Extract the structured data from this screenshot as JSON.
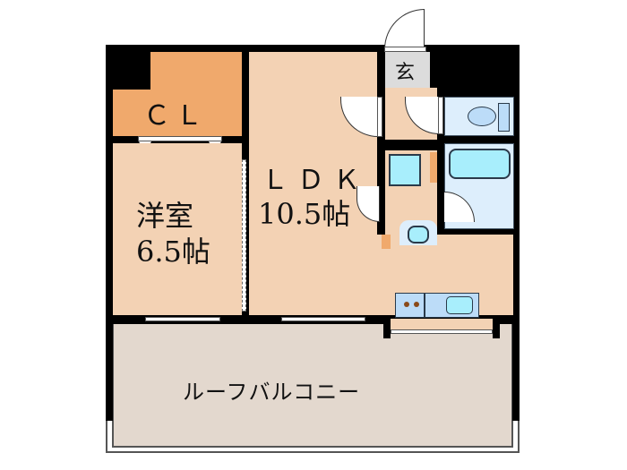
{
  "floorplan": {
    "rooms": {
      "closet": {
        "label": "ＣＬ"
      },
      "western_room": {
        "name": "洋室",
        "size": "6.5帖"
      },
      "ldk": {
        "name": "ＬＤＫ",
        "size": "10.5帖"
      },
      "entrance": {
        "label": "玄"
      },
      "roof_balcony": {
        "label": "ルーフバルコニー"
      }
    },
    "colors": {
      "wall": "#000000",
      "closet": "#f0a96c",
      "room": "#f3d2b4",
      "entrance": "#dcdcdc",
      "wet_area": "#ddeefc",
      "fixture_blue": "#a8eefc",
      "balcony": "#e3d8ce"
    }
  }
}
